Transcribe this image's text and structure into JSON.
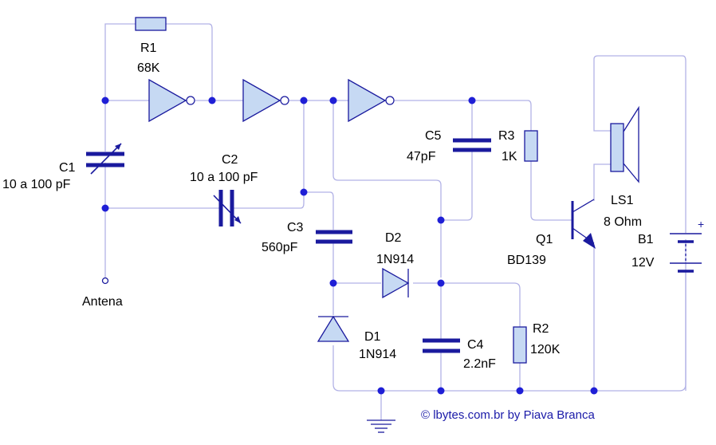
{
  "components": {
    "r1": {
      "ref": "R1",
      "value": "68K"
    },
    "c1": {
      "ref": "C1",
      "value": "10 a 100 pF"
    },
    "c2": {
      "ref": "C2",
      "value": "10 a 100 pF"
    },
    "c3": {
      "ref": "C3",
      "value": "560pF"
    },
    "c4": {
      "ref": "C4",
      "value": "2.2nF"
    },
    "c5": {
      "ref": "C5",
      "value": "47pF"
    },
    "r2": {
      "ref": "R2",
      "value": "120K"
    },
    "r3": {
      "ref": "R3",
      "value": "1K"
    },
    "d1": {
      "ref": "D1",
      "value": "1N914"
    },
    "d2": {
      "ref": "D2",
      "value": "1N914"
    },
    "q1": {
      "ref": "Q1",
      "value": "BD139"
    },
    "ls1": {
      "ref": "LS1",
      "value": "8 Ohm"
    },
    "b1": {
      "ref": "B1",
      "value": "12V",
      "plus": "+"
    },
    "antenna": {
      "label": "Antena"
    }
  },
  "copyright": "© lbytes.com.br by Piava Branca",
  "colors": {
    "wire": "#b2b2e6",
    "component": "#1a1a9e",
    "body_fill": "#c6d9f3",
    "junction": "#1f1fd6",
    "copyright": "#1a1aa8"
  }
}
